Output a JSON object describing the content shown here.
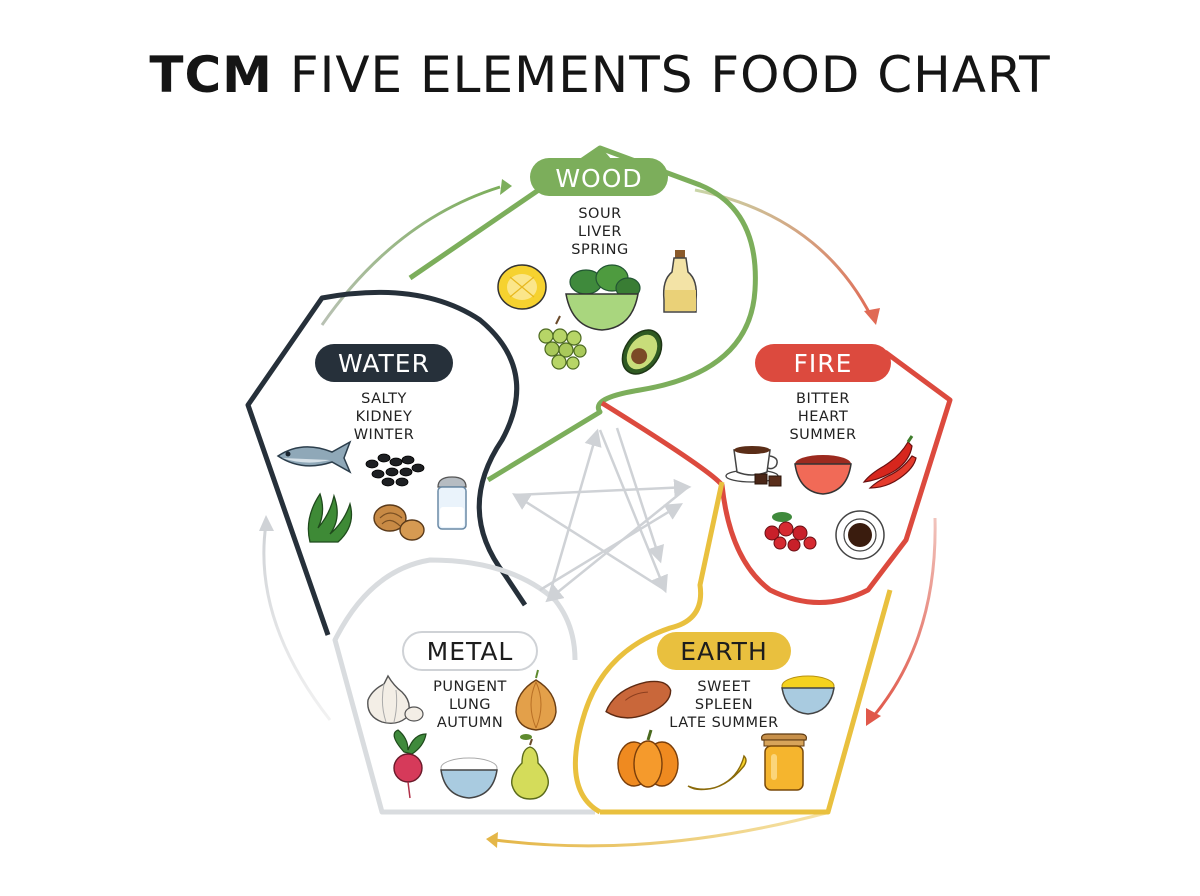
{
  "title": {
    "bold": "TCM",
    "rest": "FIVE ELEMENTS FOOD CHART"
  },
  "colors": {
    "wood": "#7cae5b",
    "fire": "#dc4a3e",
    "earth": "#e9c03e",
    "metal": "#d9dcdf",
    "water": "#26303a",
    "star": "#cfd2d6"
  },
  "elements": [
    {
      "key": "wood",
      "name": "WOOD",
      "lines": [
        "SOUR",
        "LIVER",
        "SPRING"
      ],
      "foods": [
        "lemon-icon",
        "leafy-greens-bowl-icon",
        "oil-bottle-icon",
        "grapes-icon",
        "avocado-icon"
      ]
    },
    {
      "key": "fire",
      "name": "FIRE",
      "lines": [
        "BITTER",
        "HEART",
        "SUMMER"
      ],
      "foods": [
        "coffee-cup-icon",
        "chocolate-icon",
        "spice-bowl-icon",
        "chili-peppers-icon",
        "berries-icon",
        "espresso-icon"
      ]
    },
    {
      "key": "earth",
      "name": "EARTH",
      "lines": [
        "SWEET",
        "SPLEEN",
        "LATE SUMMER"
      ],
      "foods": [
        "sweet-potato-icon",
        "corn-bowl-icon",
        "pumpkin-icon",
        "banana-icon",
        "honey-jar-icon"
      ]
    },
    {
      "key": "metal",
      "name": "METAL",
      "lines": [
        "PUNGENT",
        "LUNG",
        "AUTUMN"
      ],
      "foods": [
        "garlic-icon",
        "onion-icon",
        "radish-icon",
        "rice-bowl-icon",
        "pear-icon"
      ]
    },
    {
      "key": "water",
      "name": "WATER",
      "lines": [
        "SALTY",
        "KIDNEY",
        "WINTER"
      ],
      "foods": [
        "fish-icon",
        "black-beans-icon",
        "seaweed-icon",
        "walnuts-icon",
        "salt-shaker-icon"
      ]
    }
  ]
}
